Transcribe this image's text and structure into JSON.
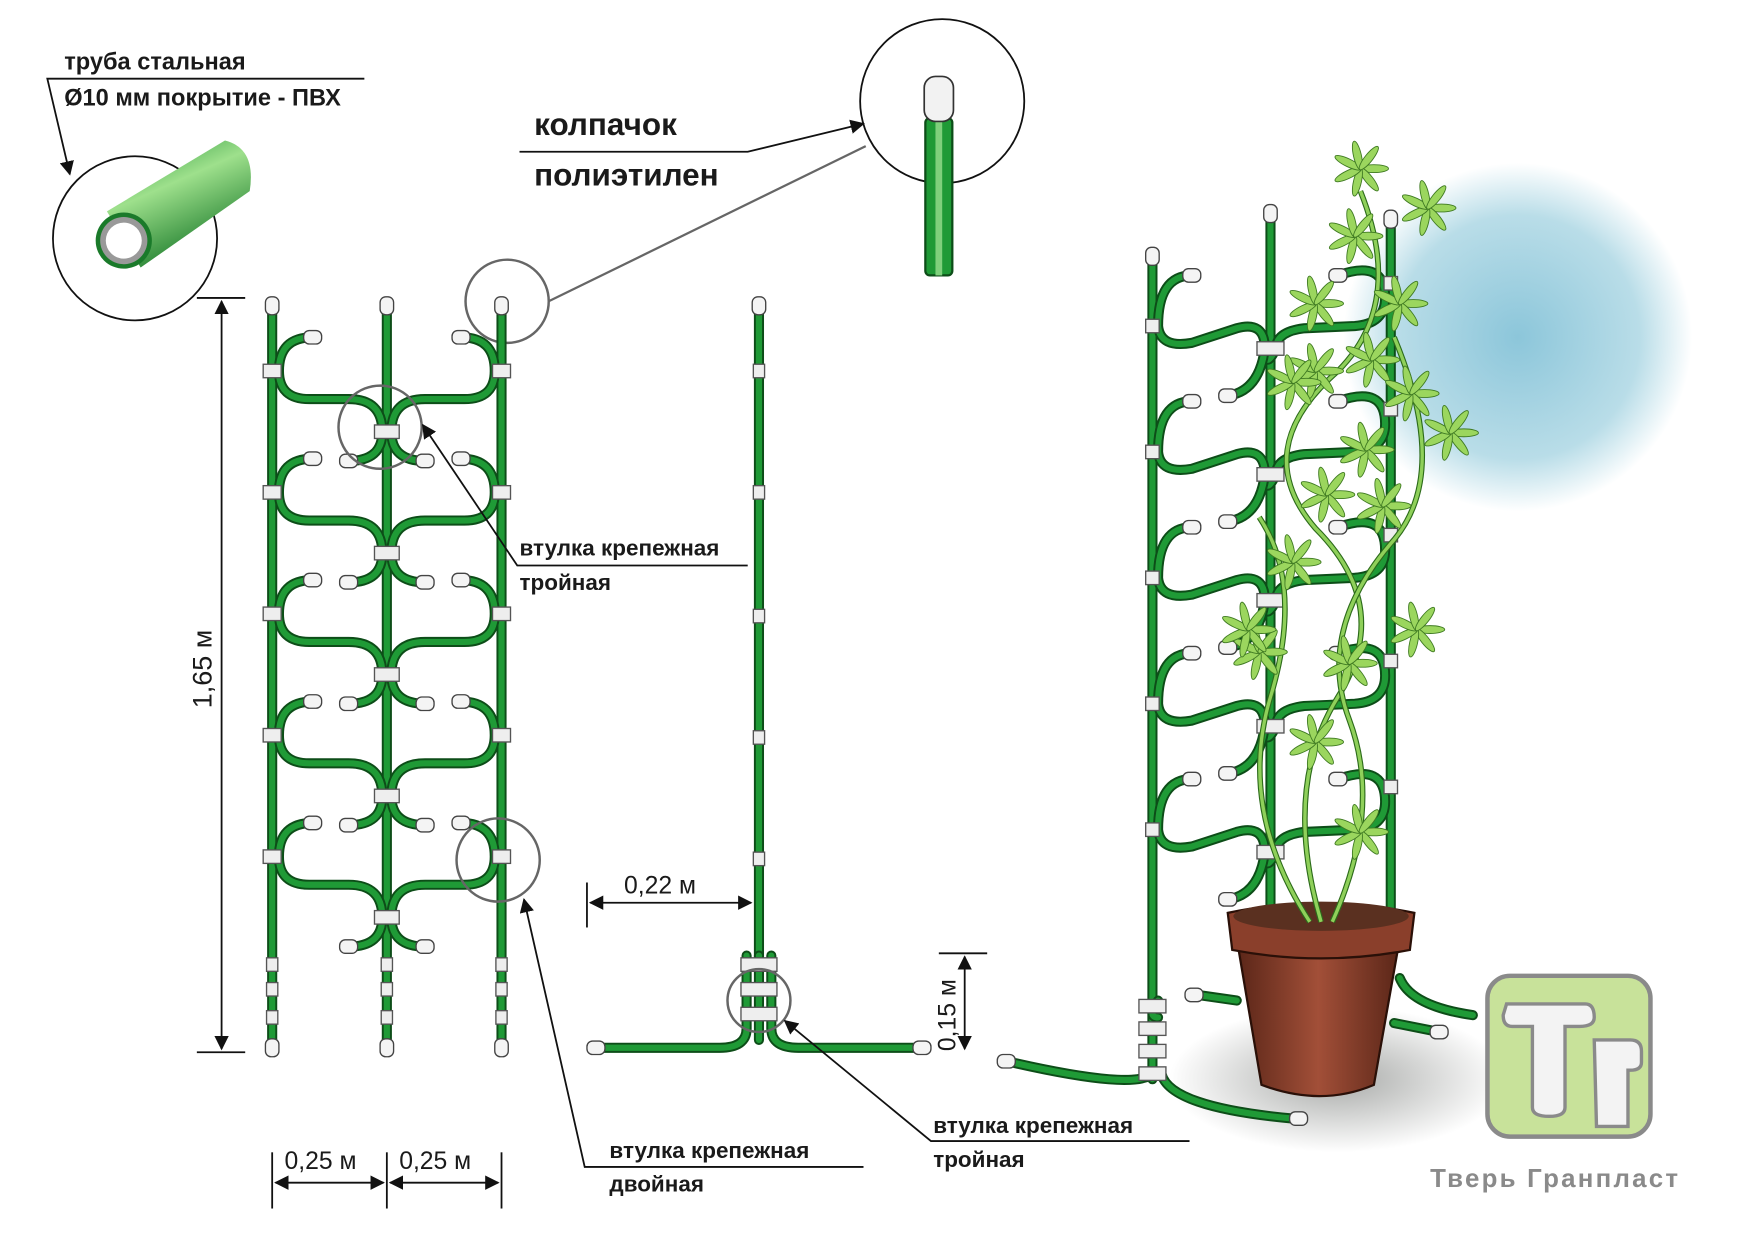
{
  "labels": {
    "pipe_line1": "труба  стальная",
    "pipe_line2": "Ø10 мм покрытие - ПВХ",
    "cap_line1": "колпачок",
    "cap_line2": "полиэтилен",
    "triple1_line1": "втулка крепежная",
    "triple1_line2": "тройная",
    "double_line1": "втулка крепежная",
    "double_line2": "двойная",
    "triple2_line1": "втулка крепежная",
    "triple2_line2": "тройная"
  },
  "dimensions": {
    "height": "1,65 м",
    "width_left": "0,25 м",
    "width_right": "0,25 м",
    "base_offset": "0,22 м",
    "base_height": "0,15 м"
  },
  "logo": {
    "company": "Тверь Гранпласт",
    "letters": "ТГ"
  },
  "colors": {
    "pipe": "#1f9a36",
    "pipe_dark": "#0d4d18",
    "pot": "#8a3f2b",
    "logo_bg": "#c8e29a",
    "sky": "#9fd0e0"
  }
}
